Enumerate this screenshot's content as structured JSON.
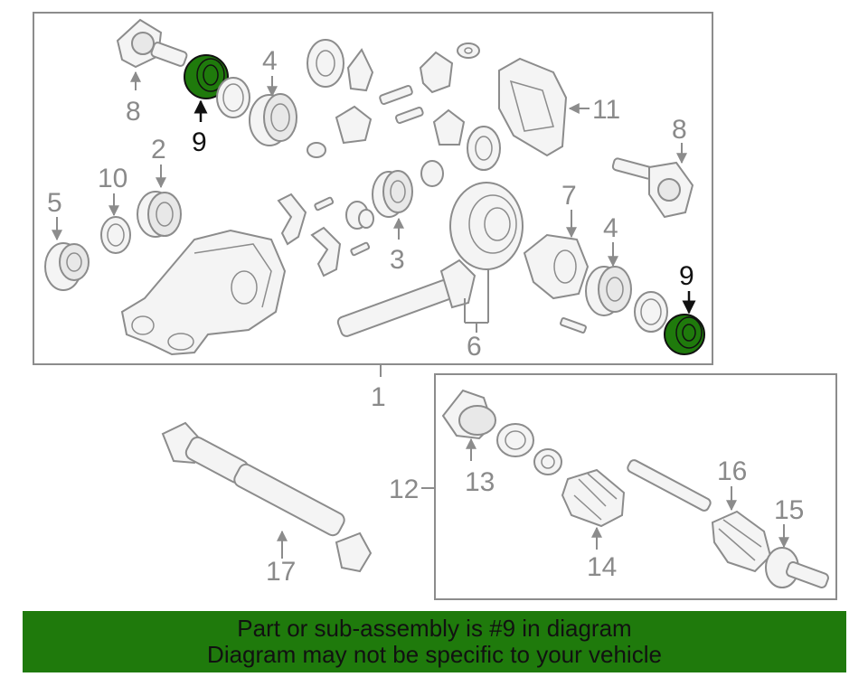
{
  "colors": {
    "highlight": "#1f7a0c",
    "line": "#8c8c8c",
    "banner": "#1f7a0c"
  },
  "callouts": {
    "c1": "1",
    "c2": "2",
    "c3": "3",
    "c4a": "4",
    "c4b": "4",
    "c5": "5",
    "c6": "6",
    "c7": "7",
    "c8a": "8",
    "c8b": "8",
    "c9a": "9",
    "c9b": "9",
    "c10": "10",
    "c11": "11",
    "c12": "12",
    "c13": "13",
    "c14": "14",
    "c15": "15",
    "c16": "16",
    "c17": "17"
  },
  "banner": {
    "line1": "Part or sub-assembly is #9 in diagram",
    "line2": "Diagram may not be specific to your vehicle"
  }
}
